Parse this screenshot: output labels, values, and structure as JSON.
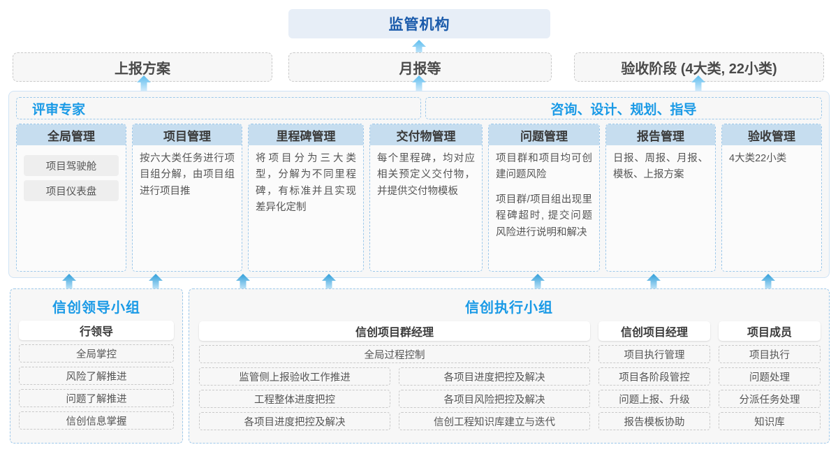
{
  "top": {
    "regulator": "监管机构",
    "inputs": [
      {
        "label": "上报方案"
      },
      {
        "label": "月报等"
      },
      {
        "label": "验收阶段 (4大类, 22小类)"
      }
    ]
  },
  "middle": {
    "role_left": "评审专家",
    "role_right": "咨询、设计、规划、指导",
    "columns": [
      {
        "title": "全局管理",
        "chips": [
          "项目驾驶舱",
          "项目仪表盘"
        ],
        "paragraphs": []
      },
      {
        "title": "项目管理",
        "chips": [],
        "paragraphs": [
          "按六大类任务进行项目组分解，由项目组进行项目推"
        ]
      },
      {
        "title": "里程碑管理",
        "chips": [],
        "paragraphs": [
          "将项目分为三大类型，分解为不同里程碑，有标准并且实现差异化定制"
        ]
      },
      {
        "title": "交付物管理",
        "chips": [],
        "paragraphs": [
          "每个里程碑，均对应相关预定义交付物，并提供交付物模板"
        ]
      },
      {
        "title": "问题管理",
        "chips": [],
        "paragraphs": [
          "项目群和项目均可创建问题风险",
          "项目群/项目组出现里程碑超时, 提交问题风险进行说明和解决"
        ]
      },
      {
        "title": "报告管理",
        "chips": [],
        "paragraphs": [
          "日报、周报、月报、模板、上报方案"
        ]
      },
      {
        "title": "验收管理",
        "chips": [],
        "paragraphs": [
          "4大类22小类"
        ]
      }
    ]
  },
  "bottom": {
    "left_group": {
      "title": "信创领导小组",
      "head": "行领导",
      "items": [
        "全局掌控",
        "风险了解推进",
        "问题了解推进",
        "信创信息掌握"
      ]
    },
    "right_group": {
      "title": "信创执行小组",
      "program_manager": {
        "head": "信创项目群经理",
        "full_width_item": "全局过程控制",
        "col_a": [
          "监管侧上报验收工作推进",
          "工程整体进度把控",
          "各项目进度把控及解决"
        ],
        "col_b": [
          "各项目进度把控及解决",
          "各项目风险把控及解决",
          "信创工程知识库建立与迭代"
        ]
      },
      "project_manager": {
        "head": "信创项目经理",
        "items": [
          "项目执行管理",
          "项目各阶段管控",
          "问题上报、升级",
          "报告模板协助"
        ]
      },
      "project_member": {
        "head": "项目成员",
        "items": [
          "项目执行",
          "问题处理",
          "分派任务处理",
          "知识库"
        ]
      }
    }
  },
  "colors": {
    "regulator_bg": "#e7eef7",
    "regulator_text": "#1b5bab",
    "col_head_bg": "#c6ddef",
    "accent_blue": "#1a9ae6",
    "arrow_light": "#9ed4f2",
    "arrow_dark": "#2d9cd8",
    "dashed_border": "#c9c9c9",
    "dashed_blue": "#9dc8ea"
  }
}
